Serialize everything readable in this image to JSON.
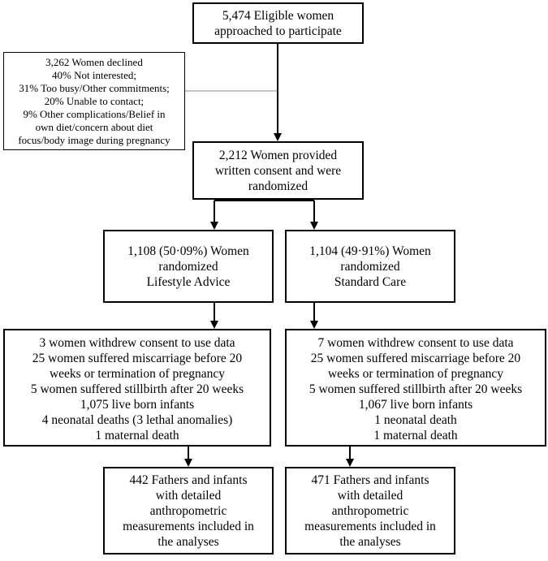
{
  "eligible": {
    "lines": [
      "5,474 Eligible women",
      "approached to participate"
    ]
  },
  "declined": {
    "lines": [
      "3,262 Women declined",
      "40% Not interested;",
      "31% Too busy/Other commitments;",
      "20% Unable to contact;",
      "9% Other complications/Belief in",
      "own diet/concern about diet",
      "focus/body image during pregnancy"
    ]
  },
  "consent": {
    "lines": [
      "2,212 Women provided",
      "written consent and were",
      "randomized"
    ]
  },
  "lifestyle": {
    "lines": [
      "1,108 (50·09%) Women",
      "randomized",
      "Lifestyle Advice"
    ]
  },
  "standard": {
    "lines": [
      "1,104 (49·91%) Women",
      "randomized",
      "Standard Care"
    ]
  },
  "outcome_lifestyle": {
    "lines": [
      "3 women withdrew consent to use data",
      "25 women suffered miscarriage before 20",
      "weeks or termination of pregnancy",
      "5 women suffered stillbirth after 20 weeks",
      "1,075 live born infants",
      "4 neonatal deaths (3 lethal anomalies)",
      "1 maternal death"
    ]
  },
  "outcome_standard": {
    "lines": [
      "7 women withdrew consent to use data",
      "25 women suffered miscarriage before 20",
      "weeks or termination of pregnancy",
      "5 women suffered stillbirth after 20 weeks",
      "1,067 live born infants",
      "1 neonatal death",
      "1 maternal death"
    ]
  },
  "fathers_lifestyle": {
    "lines": [
      "442 Fathers and infants",
      "with detailed",
      "anthropometric",
      "measurements included in",
      "the analyses"
    ]
  },
  "fathers_standard": {
    "lines": [
      "471 Fathers and infants",
      "with detailed",
      "anthropometric",
      "measurements included in",
      "the analyses"
    ]
  }
}
